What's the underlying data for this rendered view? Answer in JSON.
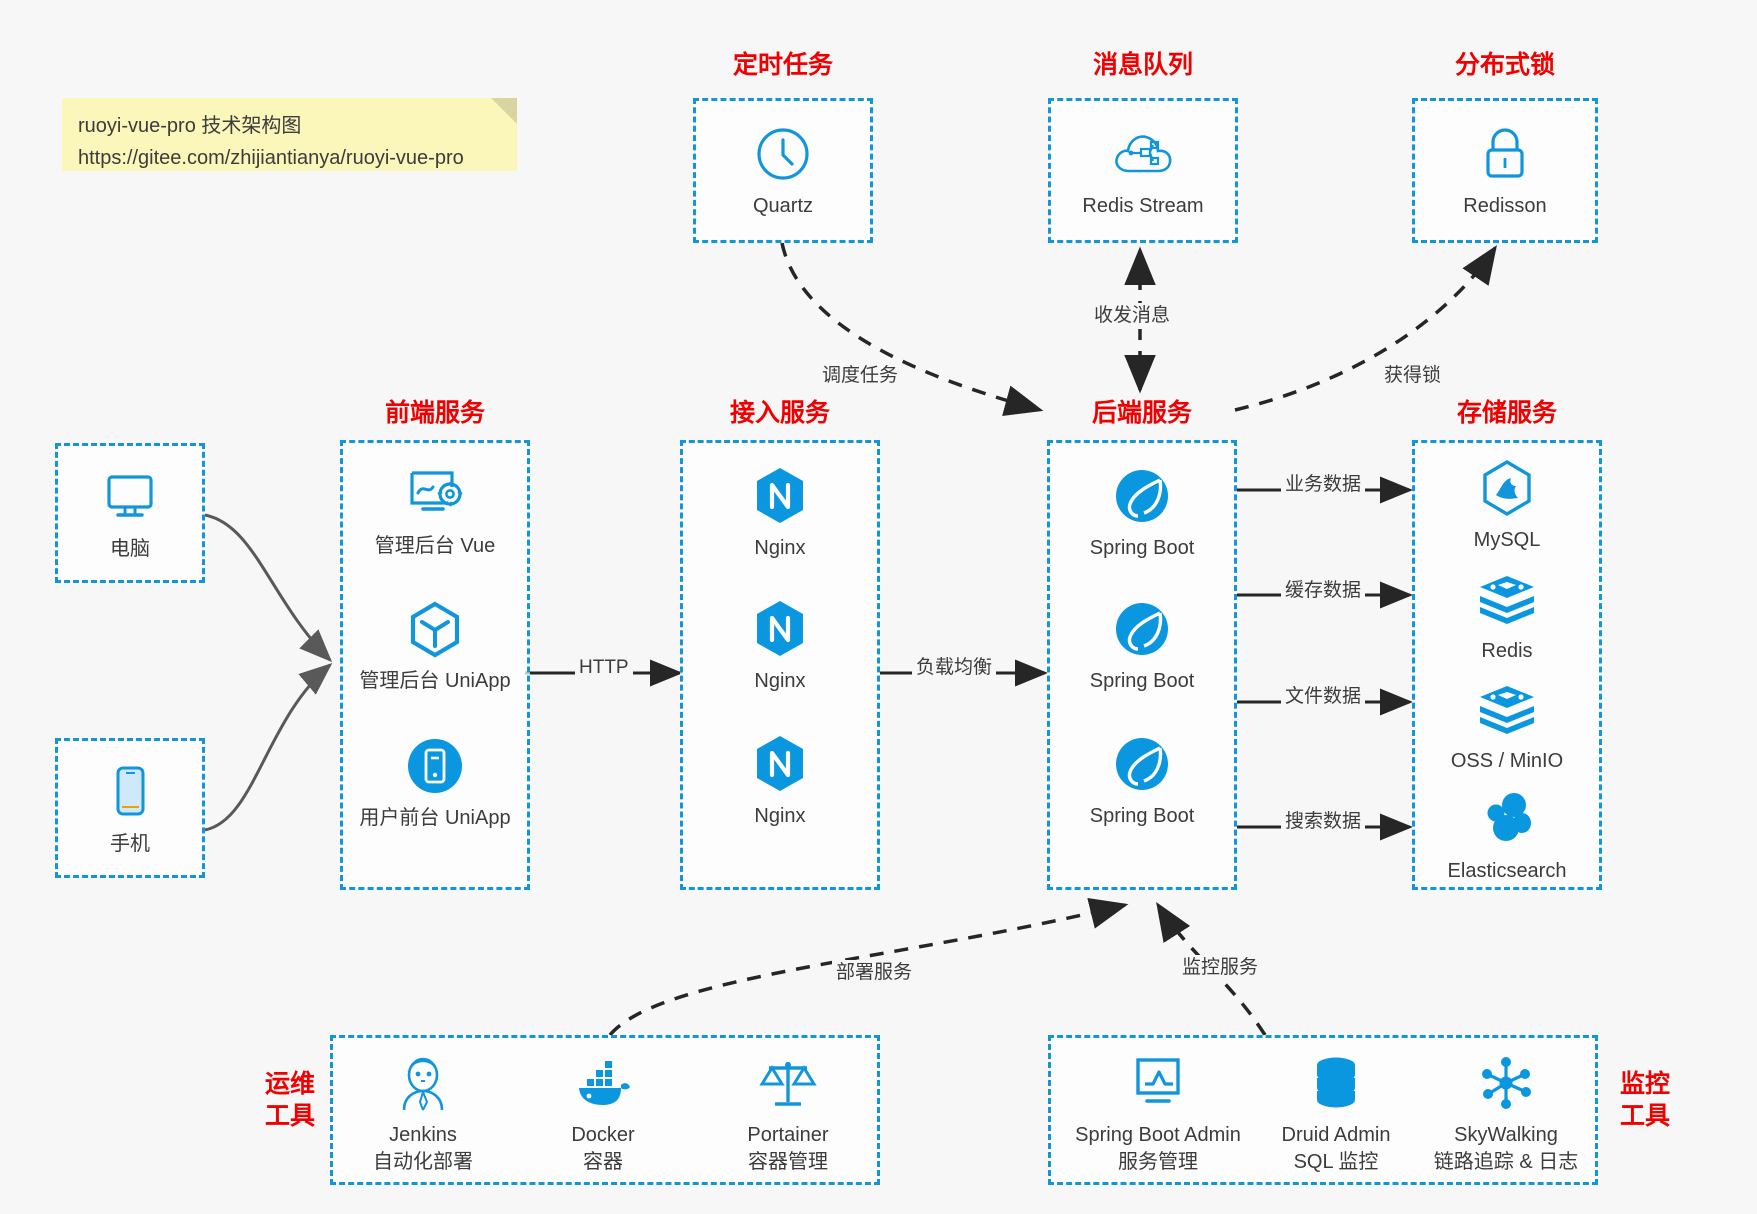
{
  "diagram": {
    "title_note": {
      "line1": "ruoyi-vue-pro 技术架构图",
      "line2": "https://gitee.com/zhijiantianya/ruoyi-vue-pro"
    },
    "accent_blue": "#1296db",
    "title_red": "#f00000",
    "background": "#f7f7f7"
  },
  "groups": {
    "scheduled_task": {
      "title": "定时任务",
      "nodes": [
        {
          "label": "Quartz",
          "icon": "clock-icon"
        }
      ]
    },
    "message_queue": {
      "title": "消息队列",
      "nodes": [
        {
          "label": "Redis Stream",
          "icon": "cloud-network-icon"
        }
      ]
    },
    "distributed_lock": {
      "title": "分布式锁",
      "nodes": [
        {
          "label": "Redisson",
          "icon": "lock-icon"
        }
      ]
    },
    "clients": {
      "nodes": [
        {
          "label": "电脑",
          "icon": "monitor-icon"
        },
        {
          "label": "手机",
          "icon": "phone-icon"
        }
      ]
    },
    "frontend": {
      "title": "前端服务",
      "nodes": [
        {
          "label": "管理后台 Vue",
          "icon": "dashboard-gear-icon"
        },
        {
          "label": "管理后台 UniApp",
          "icon": "cube-icon"
        },
        {
          "label": "用户前台 UniApp",
          "icon": "mobile-app-icon"
        }
      ]
    },
    "gateway": {
      "title": "接入服务",
      "nodes": [
        {
          "label": "Nginx",
          "icon": "nginx-icon"
        },
        {
          "label": "Nginx",
          "icon": "nginx-icon"
        },
        {
          "label": "Nginx",
          "icon": "nginx-icon"
        }
      ]
    },
    "backend": {
      "title": "后端服务",
      "nodes": [
        {
          "label": "Spring Boot",
          "icon": "spring-boot-icon"
        },
        {
          "label": "Spring Boot",
          "icon": "spring-boot-icon"
        },
        {
          "label": "Spring Boot",
          "icon": "spring-boot-icon"
        }
      ]
    },
    "storage": {
      "title": "存储服务",
      "nodes": [
        {
          "label": "MySQL",
          "icon": "mysql-icon"
        },
        {
          "label": "Redis",
          "icon": "redis-icon"
        },
        {
          "label": "OSS / MinIO",
          "icon": "oss-minio-icon"
        },
        {
          "label": "Elasticsearch",
          "icon": "elasticsearch-icon"
        }
      ]
    },
    "ops_tools": {
      "title": "运维\n工具",
      "title_line1": "运维",
      "title_line2": "工具",
      "nodes": [
        {
          "label": "Jenkins",
          "sub": "自动化部署",
          "icon": "jenkins-icon"
        },
        {
          "label": "Docker",
          "sub": "容器",
          "icon": "docker-icon"
        },
        {
          "label": "Portainer",
          "sub": "容器管理",
          "icon": "scales-icon"
        }
      ]
    },
    "monitor_tools": {
      "title_line1": "监控",
      "title_line2": "工具",
      "nodes": [
        {
          "label": "Spring Boot Admin",
          "sub": "服务管理",
          "icon": "monitor-chart-icon"
        },
        {
          "label": "Druid Admin",
          "sub": "SQL 监控",
          "icon": "database-icon"
        },
        {
          "label": "SkyWalking",
          "sub": "链路追踪 & 日志",
          "icon": "skywalking-icon"
        }
      ]
    }
  },
  "edges": [
    {
      "label": "调度任务",
      "from": "Quartz",
      "to": "后端服务",
      "style": "dashed"
    },
    {
      "label": "收发消息",
      "from": "后端服务",
      "to": "Redis Stream",
      "style": "dashed",
      "bidirectional": true
    },
    {
      "label": "获得锁",
      "from": "后端服务",
      "to": "Redisson",
      "style": "dashed"
    },
    {
      "label": "HTTP",
      "from": "前端服务",
      "to": "接入服务",
      "style": "solid"
    },
    {
      "label": "负载均衡",
      "from": "接入服务",
      "to": "后端服务",
      "style": "solid"
    },
    {
      "label": "业务数据",
      "from": "后端服务",
      "to": "MySQL",
      "style": "solid"
    },
    {
      "label": "缓存数据",
      "from": "后端服务",
      "to": "Redis",
      "style": "solid"
    },
    {
      "label": "文件数据",
      "from": "后端服务",
      "to": "OSS / MinIO",
      "style": "solid"
    },
    {
      "label": "搜索数据",
      "from": "后端服务",
      "to": "Elasticsearch",
      "style": "solid"
    },
    {
      "label": "部署服务",
      "from": "运维工具",
      "to": "后端服务",
      "style": "dashed"
    },
    {
      "label": "监控服务",
      "from": "监控工具",
      "to": "后端服务",
      "style": "dashed"
    }
  ]
}
